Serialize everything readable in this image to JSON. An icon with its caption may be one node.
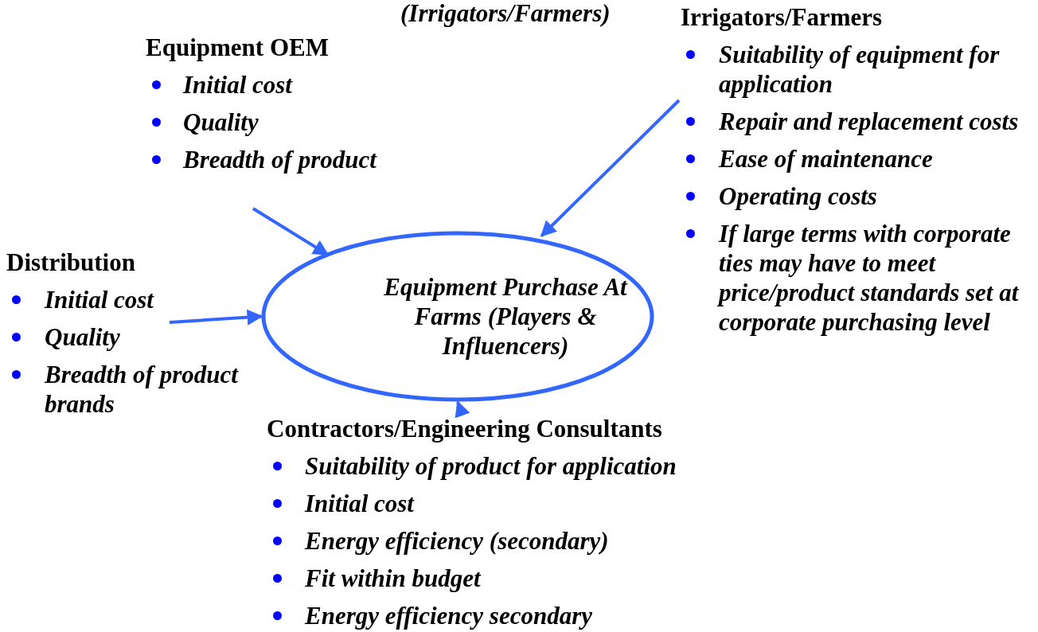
{
  "diagram": {
    "nodes": [
      {
        "text": [
          "Irrigators/Farmers",
          "Suitability of equipment for application",
          "Repair and replacement costs",
          "Ease of maintenance",
          "Operating costs",
          "If large terms with corporate ties may have to meet price/product standards set at corporate purchasing level"
        ]
      },
      {
        "text": [
          "Equipment OEM",
          "Initial cost",
          "Quality",
          "Breadth of product"
        ]
      },
      {
        "text": [
          "Distribution",
          "Initial cost",
          "Quality",
          "Breadth of product brands"
        ]
      },
      {
        "text": [
          "Equipment Purchase At Farms (Players & Influencers)"
        ]
      },
      {
        "text": [
          "Contractors/Engineering Consultants",
          "Suitability of product for application",
          "Initial cost",
          "Energy efficiency (secondary)",
          "Fit within budget",
          "Energy efficiency secondary"
        ]
      }
    ],
    "edges": [
      {
        "from": 1,
        "to": 3,
        "arrow": "to"
      },
      {
        "from": 0,
        "to": 3,
        "arrow": "to"
      },
      {
        "from": 2,
        "to": 3,
        "arrow": "to"
      },
      {
        "from": 4,
        "to": 3,
        "arrow": "to"
      }
    ],
    "labels": [
      "(Irrigators/Farmers)"
    ]
  }
}
